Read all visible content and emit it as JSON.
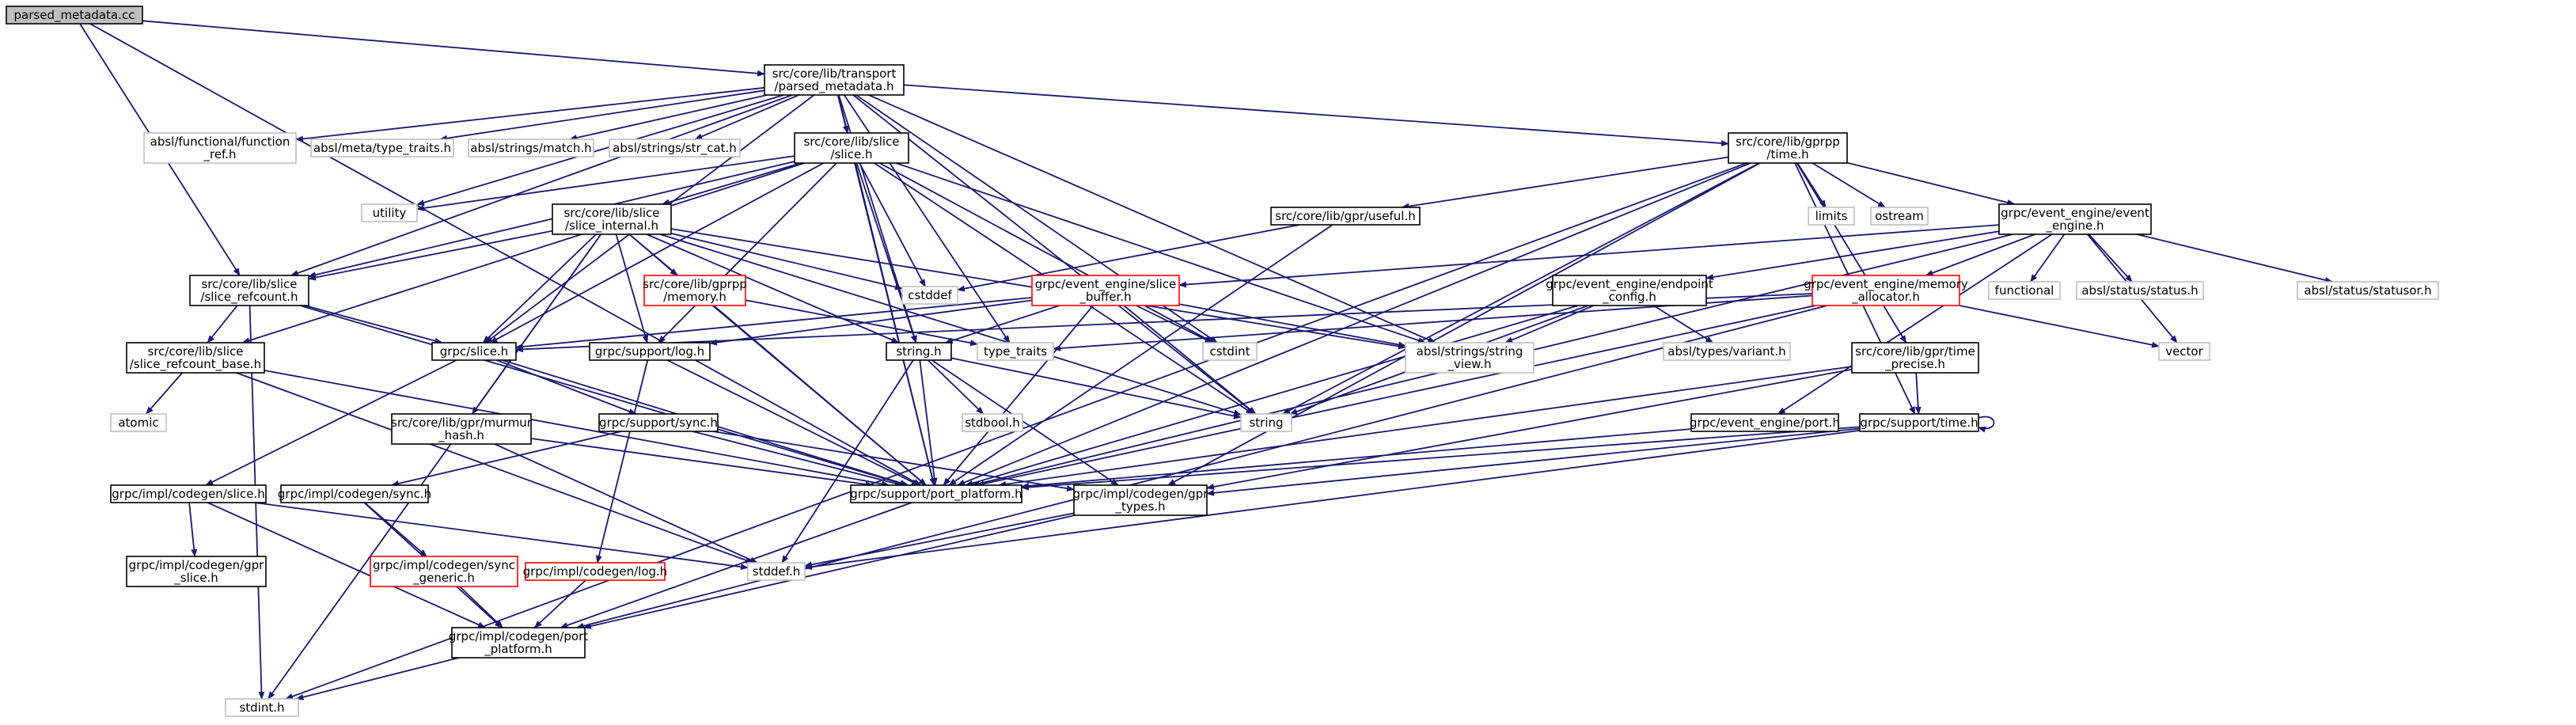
{
  "colors": {
    "edge": "#191970",
    "root_fill": "#bfbfbf",
    "file_border": "#000000",
    "missing_border": "#bfbfbf",
    "truncated_border": "#ff0000",
    "box_fill": "#ffffff",
    "missing_text": "#444444"
  },
  "nodes": {
    "parsed_metadata_cc": {
      "label": [
        "parsed_metadata.cc"
      ],
      "style": "root"
    },
    "parsed_metadata_h": {
      "label": [
        "src/core/lib/transport",
        "/parsed_metadata.h"
      ],
      "style": "file"
    },
    "absl_function_ref": {
      "label": [
        "absl/functional/function",
        "_ref.h"
      ],
      "style": "missing"
    },
    "absl_type_traits": {
      "label": [
        "absl/meta/type_traits.h"
      ],
      "style": "missing"
    },
    "absl_match": {
      "label": [
        "absl/strings/match.h"
      ],
      "style": "missing"
    },
    "absl_str_cat": {
      "label": [
        "absl/strings/str_cat.h"
      ],
      "style": "missing"
    },
    "slice_h": {
      "label": [
        "src/core/lib/slice",
        "/slice.h"
      ],
      "style": "file"
    },
    "gprpp_time": {
      "label": [
        "src/core/lib/gprpp",
        "/time.h"
      ],
      "style": "file"
    },
    "utility": {
      "label": [
        "utility"
      ],
      "style": "missing"
    },
    "slice_internal": {
      "label": [
        "src/core/lib/slice",
        "/slice_internal.h"
      ],
      "style": "file"
    },
    "gpr_useful": {
      "label": [
        "src/core/lib/gpr/useful.h"
      ],
      "style": "file"
    },
    "limits": {
      "label": [
        "limits"
      ],
      "style": "missing"
    },
    "ostream": {
      "label": [
        "ostream"
      ],
      "style": "missing"
    },
    "ee_engine": {
      "label": [
        "grpc/event_engine/event",
        "_engine.h"
      ],
      "style": "file"
    },
    "slice_refcount": {
      "label": [
        "src/core/lib/slice",
        "/slice_refcount.h"
      ],
      "style": "file"
    },
    "gprpp_memory": {
      "label": [
        "src/core/lib/gprpp",
        "/memory.h"
      ],
      "style": "truncated"
    },
    "cstddef": {
      "label": [
        "cstddef"
      ],
      "style": "missing"
    },
    "ee_slice_buffer": {
      "label": [
        "grpc/event_engine/slice",
        "_buffer.h"
      ],
      "style": "truncated"
    },
    "ee_endpoint_config": {
      "label": [
        "grpc/event_engine/endpoint",
        "_config.h"
      ],
      "style": "file"
    },
    "ee_memory_allocator": {
      "label": [
        "grpc/event_engine/memory",
        "_allocator.h"
      ],
      "style": "truncated"
    },
    "functional": {
      "label": [
        "functional"
      ],
      "style": "missing"
    },
    "absl_status": {
      "label": [
        "absl/status/status.h"
      ],
      "style": "missing"
    },
    "absl_statusor": {
      "label": [
        "absl/status/statusor.h"
      ],
      "style": "missing"
    },
    "slice_refcount_base": {
      "label": [
        "src/core/lib/slice",
        "/slice_refcount_base.h"
      ],
      "style": "file"
    },
    "grpc_slice": {
      "label": [
        "grpc/slice.h"
      ],
      "style": "file"
    },
    "support_log": {
      "label": [
        "grpc/support/log.h"
      ],
      "style": "file"
    },
    "string_h": {
      "label": [
        "string.h"
      ],
      "style": "file"
    },
    "type_traits": {
      "label": [
        "type_traits"
      ],
      "style": "missing"
    },
    "cstdint": {
      "label": [
        "cstdint"
      ],
      "style": "missing"
    },
    "string_view": {
      "label": [
        "absl/strings/string",
        "_view.h"
      ],
      "style": "missing"
    },
    "absl_variant": {
      "label": [
        "absl/types/variant.h"
      ],
      "style": "missing"
    },
    "time_precise": {
      "label": [
        "src/core/lib/gpr/time",
        "_precise.h"
      ],
      "style": "file"
    },
    "vector": {
      "label": [
        "vector"
      ],
      "style": "missing"
    },
    "atomic": {
      "label": [
        "atomic"
      ],
      "style": "missing"
    },
    "murmur_hash": {
      "label": [
        "src/core/lib/gpr/murmur",
        "_hash.h"
      ],
      "style": "file"
    },
    "support_sync": {
      "label": [
        "grpc/support/sync.h"
      ],
      "style": "file"
    },
    "stdbool": {
      "label": [
        "stdbool.h"
      ],
      "style": "missing"
    },
    "string": {
      "label": [
        "string"
      ],
      "style": "missing"
    },
    "ee_port": {
      "label": [
        "grpc/event_engine/port.h"
      ],
      "style": "file"
    },
    "support_time": {
      "label": [
        "grpc/support/time.h"
      ],
      "style": "file"
    },
    "port_platform": {
      "label": [
        "grpc/support/port_platform.h"
      ],
      "style": "file"
    },
    "codegen_slice": {
      "label": [
        "grpc/impl/codegen/slice.h"
      ],
      "style": "file"
    },
    "codegen_sync": {
      "label": [
        "grpc/impl/codegen/sync.h"
      ],
      "style": "file"
    },
    "codegen_gpr_types": {
      "label": [
        "grpc/impl/codegen/gpr",
        "_types.h"
      ],
      "style": "file"
    },
    "codegen_gpr_slice": {
      "label": [
        "grpc/impl/codegen/gpr",
        "_slice.h"
      ],
      "style": "file"
    },
    "codegen_sync_generic": {
      "label": [
        "grpc/impl/codegen/sync",
        "_generic.h"
      ],
      "style": "truncated"
    },
    "codegen_log": {
      "label": [
        "grpc/impl/codegen/log.h"
      ],
      "style": "truncated"
    },
    "stddef": {
      "label": [
        "stddef.h"
      ],
      "style": "missing"
    },
    "codegen_port_platform": {
      "label": [
        "grpc/impl/codegen/port",
        "_platform.h"
      ],
      "style": "file"
    },
    "stdint": {
      "label": [
        "stdint.h"
      ],
      "style": "missing"
    }
  },
  "edges": [
    [
      "parsed_metadata_cc",
      "parsed_metadata_h"
    ],
    [
      "parsed_metadata_cc",
      "slice_refcount"
    ],
    [
      "parsed_metadata_cc",
      "port_platform"
    ],
    [
      "parsed_metadata_h",
      "absl_function_ref"
    ],
    [
      "parsed_metadata_h",
      "absl_type_traits"
    ],
    [
      "parsed_metadata_h",
      "absl_match"
    ],
    [
      "parsed_metadata_h",
      "absl_str_cat"
    ],
    [
      "parsed_metadata_h",
      "slice_h"
    ],
    [
      "parsed_metadata_h",
      "gprpp_time"
    ],
    [
      "parsed_metadata_h",
      "utility"
    ],
    [
      "parsed_metadata_h",
      "grpc_slice"
    ],
    [
      "parsed_metadata_h",
      "string_h"
    ],
    [
      "parsed_metadata_h",
      "type_traits"
    ],
    [
      "parsed_metadata_h",
      "cstdint"
    ],
    [
      "parsed_metadata_h",
      "string"
    ],
    [
      "parsed_metadata_h",
      "port_platform"
    ],
    [
      "parsed_metadata_h",
      "string_view"
    ],
    [
      "parsed_metadata_h",
      "slice_refcount"
    ],
    [
      "slice_h",
      "utility"
    ],
    [
      "slice_h",
      "slice_internal"
    ],
    [
      "slice_h",
      "slice_refcount"
    ],
    [
      "slice_h",
      "grpc_slice"
    ],
    [
      "slice_h",
      "support_log"
    ],
    [
      "slice_h",
      "string_h"
    ],
    [
      "slice_h",
      "cstdint"
    ],
    [
      "slice_h",
      "string"
    ],
    [
      "slice_h",
      "string_view"
    ],
    [
      "slice_h",
      "port_platform"
    ],
    [
      "slice_h",
      "cstddef"
    ],
    [
      "slice_h",
      "slice_refcount_base"
    ],
    [
      "gprpp_time",
      "gpr_useful"
    ],
    [
      "gprpp_time",
      "limits"
    ],
    [
      "gprpp_time",
      "ostream"
    ],
    [
      "gprpp_time",
      "ee_engine"
    ],
    [
      "gprpp_time",
      "string"
    ],
    [
      "gprpp_time",
      "time_precise"
    ],
    [
      "gprpp_time",
      "support_time"
    ],
    [
      "gprpp_time",
      "port_platform"
    ],
    [
      "gprpp_time",
      "codegen_gpr_types"
    ],
    [
      "gprpp_time",
      "stdint"
    ],
    [
      "slice_internal",
      "slice_refcount"
    ],
    [
      "slice_internal",
      "gprpp_memory"
    ],
    [
      "slice_internal",
      "cstddef"
    ],
    [
      "slice_internal",
      "grpc_slice"
    ],
    [
      "slice_internal",
      "support_log"
    ],
    [
      "slice_internal",
      "string_h"
    ],
    [
      "slice_internal",
      "string"
    ],
    [
      "slice_internal",
      "string_view"
    ],
    [
      "slice_internal",
      "murmur_hash"
    ],
    [
      "slice_internal",
      "port_platform"
    ],
    [
      "slice_internal",
      "stdint"
    ],
    [
      "gpr_useful",
      "cstddef"
    ],
    [
      "gpr_useful",
      "port_platform"
    ],
    [
      "ee_engine",
      "ee_slice_buffer"
    ],
    [
      "ee_engine",
      "ee_endpoint_config"
    ],
    [
      "ee_engine",
      "ee_memory_allocator"
    ],
    [
      "ee_engine",
      "functional"
    ],
    [
      "ee_engine",
      "absl_status"
    ],
    [
      "ee_engine",
      "absl_statusor"
    ],
    [
      "ee_engine",
      "vector"
    ],
    [
      "ee_engine",
      "ee_port"
    ],
    [
      "ee_engine",
      "port_platform"
    ],
    [
      "slice_refcount",
      "slice_refcount_base"
    ],
    [
      "slice_refcount",
      "grpc_slice"
    ],
    [
      "slice_refcount",
      "port_platform"
    ],
    [
      "slice_refcount",
      "stdint"
    ],
    [
      "gprpp_memory",
      "type_traits"
    ],
    [
      "gprpp_memory",
      "port_platform"
    ],
    [
      "ee_slice_buffer",
      "grpc_slice"
    ],
    [
      "ee_slice_buffer",
      "support_log"
    ],
    [
      "ee_slice_buffer",
      "string_h"
    ],
    [
      "ee_slice_buffer",
      "cstdint"
    ],
    [
      "ee_slice_buffer",
      "string"
    ],
    [
      "ee_slice_buffer",
      "string_view"
    ],
    [
      "ee_slice_buffer",
      "port_platform"
    ],
    [
      "ee_endpoint_config",
      "absl_variant"
    ],
    [
      "ee_endpoint_config",
      "string_view"
    ],
    [
      "ee_endpoint_config",
      "string"
    ],
    [
      "ee_endpoint_config",
      "port_platform"
    ],
    [
      "ee_memory_allocator",
      "grpc_slice"
    ],
    [
      "ee_memory_allocator",
      "type_traits"
    ],
    [
      "ee_memory_allocator",
      "vector"
    ],
    [
      "ee_memory_allocator",
      "port_platform"
    ],
    [
      "ee_memory_allocator",
      "codegen_port_platform"
    ],
    [
      "slice_refcount_base",
      "atomic"
    ],
    [
      "slice_refcount_base",
      "port_platform"
    ],
    [
      "slice_refcount_base",
      "stddef"
    ],
    [
      "grpc_slice",
      "codegen_slice"
    ],
    [
      "grpc_slice",
      "support_sync"
    ],
    [
      "grpc_slice",
      "port_platform"
    ],
    [
      "support_log",
      "codegen_log"
    ],
    [
      "support_log",
      "port_platform"
    ],
    [
      "string_h",
      "stdbool"
    ],
    [
      "string_h",
      "string"
    ],
    [
      "string_h",
      "stddef"
    ],
    [
      "string_h",
      "port_platform"
    ],
    [
      "string_h",
      "codegen_gpr_types"
    ],
    [
      "time_precise",
      "support_time"
    ],
    [
      "time_precise",
      "port_platform"
    ],
    [
      "time_precise",
      "codegen_gpr_types"
    ],
    [
      "murmur_hash",
      "port_platform"
    ],
    [
      "murmur_hash",
      "stddef"
    ],
    [
      "support_sync",
      "codegen_sync"
    ],
    [
      "support_sync",
      "port_platform"
    ],
    [
      "support_sync",
      "codegen_gpr_types"
    ],
    [
      "ee_port",
      "port_platform"
    ],
    [
      "support_time",
      "support_time"
    ],
    [
      "support_time",
      "port_platform"
    ],
    [
      "support_time",
      "codegen_gpr_types"
    ],
    [
      "support_time",
      "stddef"
    ],
    [
      "port_platform",
      "codegen_port_platform"
    ],
    [
      "codegen_slice",
      "codegen_gpr_slice"
    ],
    [
      "codegen_slice",
      "stddef"
    ],
    [
      "codegen_slice",
      "codegen_port_platform"
    ],
    [
      "codegen_sync",
      "codegen_sync_generic"
    ],
    [
      "codegen_sync",
      "codegen_port_platform"
    ],
    [
      "codegen_gpr_types",
      "stddef"
    ],
    [
      "codegen_gpr_types",
      "codegen_port_platform"
    ],
    [
      "codegen_sync_generic",
      "codegen_port_platform"
    ],
    [
      "codegen_log",
      "codegen_port_platform"
    ],
    [
      "codegen_port_platform",
      "stdint"
    ]
  ]
}
